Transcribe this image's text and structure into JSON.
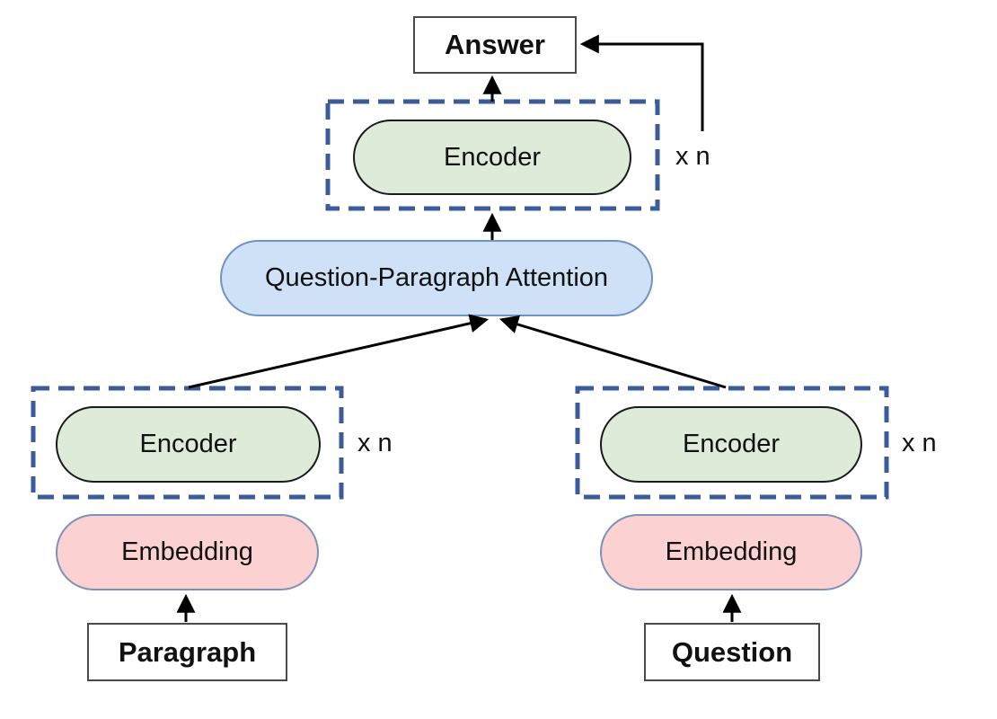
{
  "diagram": {
    "nodes": {
      "answer": "Answer",
      "encoder_top": "Encoder",
      "attention": "Question-Paragraph Attention",
      "encoder_paragraph": "Encoder",
      "encoder_question": "Encoder",
      "embedding_paragraph": "Embedding",
      "embedding_question": "Embedding",
      "paragraph": "Paragraph",
      "question": "Question"
    },
    "annotations": {
      "repeat_top": "x n",
      "repeat_paragraph": "x n",
      "repeat_question": "x n"
    },
    "colors": {
      "encoder_fill": "#ddebd8",
      "attention_fill": "#cee1f6",
      "embedding_fill": "#fbd2d1",
      "dashed_border": "#3b5b9a",
      "arrow": "#000000"
    }
  }
}
